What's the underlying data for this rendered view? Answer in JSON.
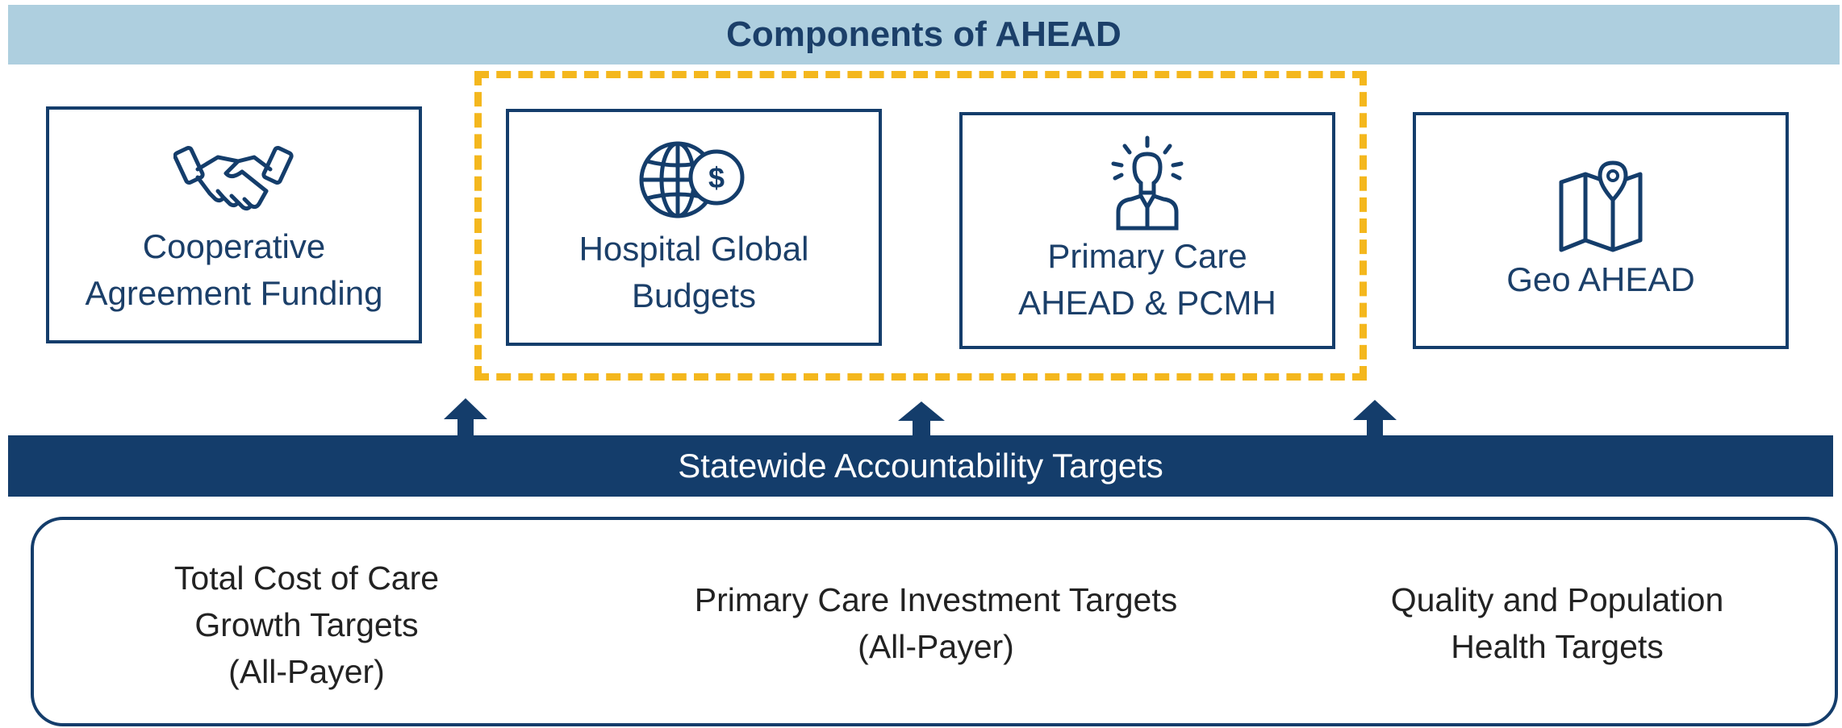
{
  "header": {
    "title": "Components of AHEAD"
  },
  "components": [
    {
      "label": "Cooperative\nAgreement Funding",
      "icon": "handshake-icon"
    },
    {
      "label": "Hospital Global\nBudgets",
      "icon": "globe-dollar-icon"
    },
    {
      "label": "Primary Care\nAHEAD & PCMH",
      "icon": "person-lightbulb-icon"
    },
    {
      "label": "Geo AHEAD",
      "icon": "map-pin-icon"
    }
  ],
  "bar": {
    "label": "Statewide Accountability Targets"
  },
  "targets": [
    {
      "label": "Total Cost of Care\nGrowth Targets\n(All-Payer)"
    },
    {
      "label": "Primary Care Investment Targets\n(All-Payer)"
    },
    {
      "label": "Quality and Population\nHealth Targets"
    }
  ],
  "colors": {
    "navy": "#143d6b",
    "header_band": "#aecfdf",
    "highlight": "#f4b71d"
  }
}
